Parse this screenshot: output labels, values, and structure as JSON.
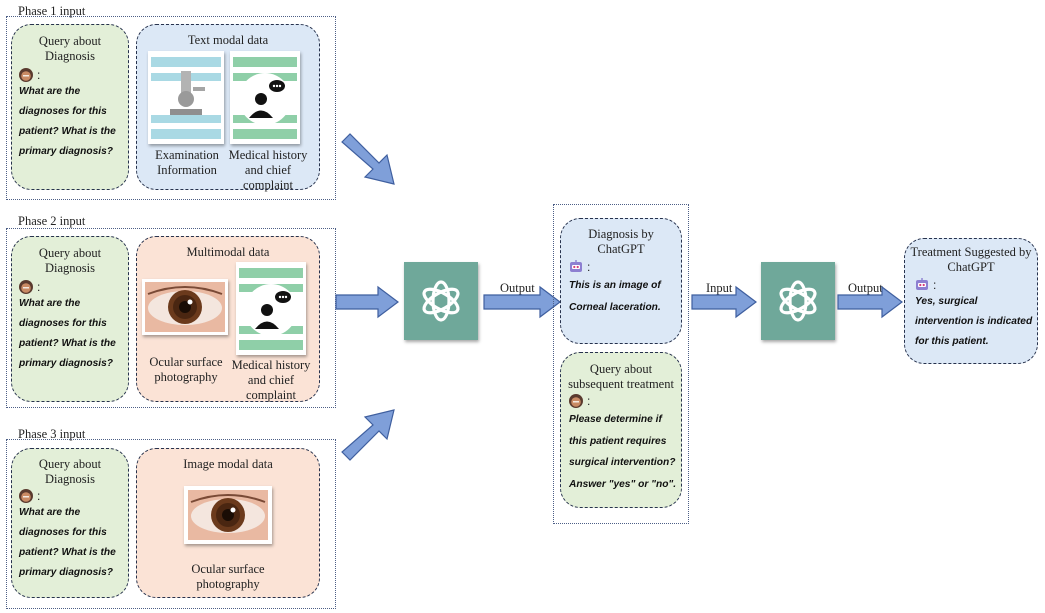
{
  "phase1": {
    "label": "Phase 1 input",
    "query": {
      "title_line1": "Query about",
      "title_line2": "Diagnosis",
      "lines": [
        "What are the",
        "diagnoses for this",
        "patient? What is the",
        "primary diagnosis?"
      ]
    },
    "data_box": {
      "title": "Text modal data",
      "card1": [
        "Examination",
        "Information"
      ],
      "card2": [
        "Medical history",
        "and chief",
        "complaint"
      ]
    }
  },
  "phase2": {
    "label": "Phase 2 input",
    "query": {
      "title_line1": "Query about",
      "title_line2": "Diagnosis",
      "lines": [
        "What are the",
        "diagnoses for this",
        "patient? What is the",
        "primary diagnosis?"
      ]
    },
    "data_box": {
      "title": "Multimodal data",
      "card1": [
        "Ocular surface",
        "photography"
      ],
      "card2": [
        "Medical history",
        "and chief",
        "complaint"
      ]
    }
  },
  "phase3": {
    "label": "Phase 3 input",
    "query": {
      "title_line1": "Query about",
      "title_line2": "Diagnosis",
      "lines": [
        "What are the",
        "diagnoses for this",
        "patient? What is the",
        "primary diagnosis?"
      ]
    },
    "data_box": {
      "title": "Image modal data",
      "card1": [
        "Ocular surface",
        "photography"
      ]
    }
  },
  "diagnosis": {
    "title_line1": "Diagnosis by",
    "title_line2": "ChatGPT",
    "lines": [
      "This is an image of",
      "Corneal laceration."
    ]
  },
  "followup": {
    "title_line1": "Query about",
    "title_line2": "subsequent treatment",
    "lines": [
      "Please determine if",
      "this patient requires",
      "surgical intervention?",
      "Answer \"yes\" or \"no\"."
    ]
  },
  "treatment": {
    "title_line1": "Treatment Suggested by",
    "title_line2": "ChatGPT",
    "lines": [
      "Yes, surgical",
      "intervention is indicated",
      "for this patient."
    ]
  },
  "arrows": {
    "output1": "Output",
    "input": "Input",
    "output2": "Output"
  },
  "colon": ":",
  "colors": {
    "green": "#e3efd8",
    "blue": "#dce8f6",
    "peach": "#fbe3d6",
    "arrow": "#7f9fd9",
    "gpt": "#6fa89a"
  },
  "icons": [
    "user-avatar-icon",
    "robot-avatar-icon",
    "microscope-icon",
    "patient-speech-icon",
    "eye-photo",
    "chatgpt-logo-icon",
    "arrow-icon"
  ]
}
